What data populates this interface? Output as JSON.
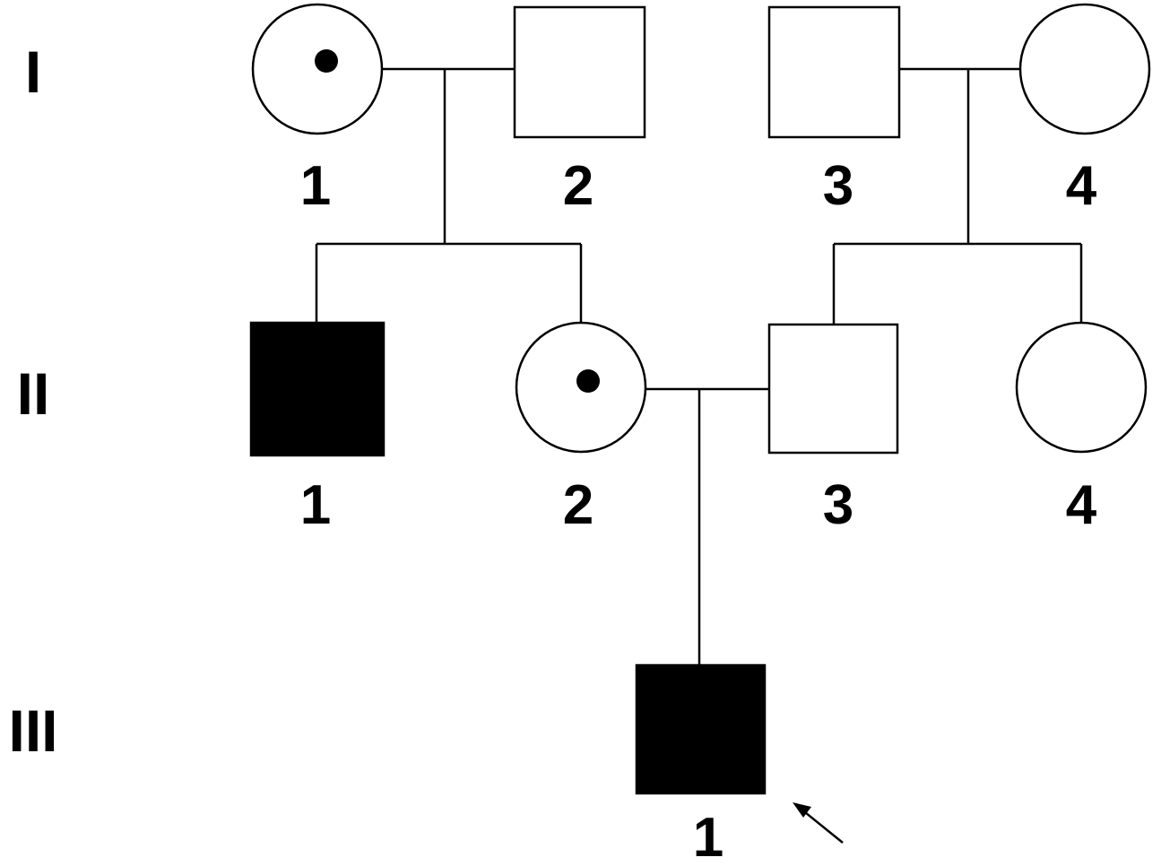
{
  "generations": [
    {
      "id": "I",
      "label": "I"
    },
    {
      "id": "II",
      "label": "II"
    },
    {
      "id": "III",
      "label": "III"
    }
  ],
  "individuals": [
    {
      "id": "I-1",
      "generation": "I",
      "label": "1",
      "sex": "female",
      "status": "carrier"
    },
    {
      "id": "I-2",
      "generation": "I",
      "label": "2",
      "sex": "male",
      "status": "unaffected"
    },
    {
      "id": "I-3",
      "generation": "I",
      "label": "3",
      "sex": "male",
      "status": "unaffected"
    },
    {
      "id": "I-4",
      "generation": "I",
      "label": "4",
      "sex": "female",
      "status": "unaffected"
    },
    {
      "id": "II-1",
      "generation": "II",
      "label": "1",
      "sex": "male",
      "status": "affected"
    },
    {
      "id": "II-2",
      "generation": "II",
      "label": "2",
      "sex": "female",
      "status": "carrier"
    },
    {
      "id": "II-3",
      "generation": "II",
      "label": "3",
      "sex": "male",
      "status": "unaffected"
    },
    {
      "id": "II-4",
      "generation": "II",
      "label": "4",
      "sex": "female",
      "status": "unaffected"
    },
    {
      "id": "III-1",
      "generation": "III",
      "label": "1",
      "sex": "male",
      "status": "affected",
      "proband": true
    }
  ],
  "colors": {
    "line": "#000000",
    "affected_fill": "#000000",
    "unaffected_fill": "#ffffff"
  }
}
